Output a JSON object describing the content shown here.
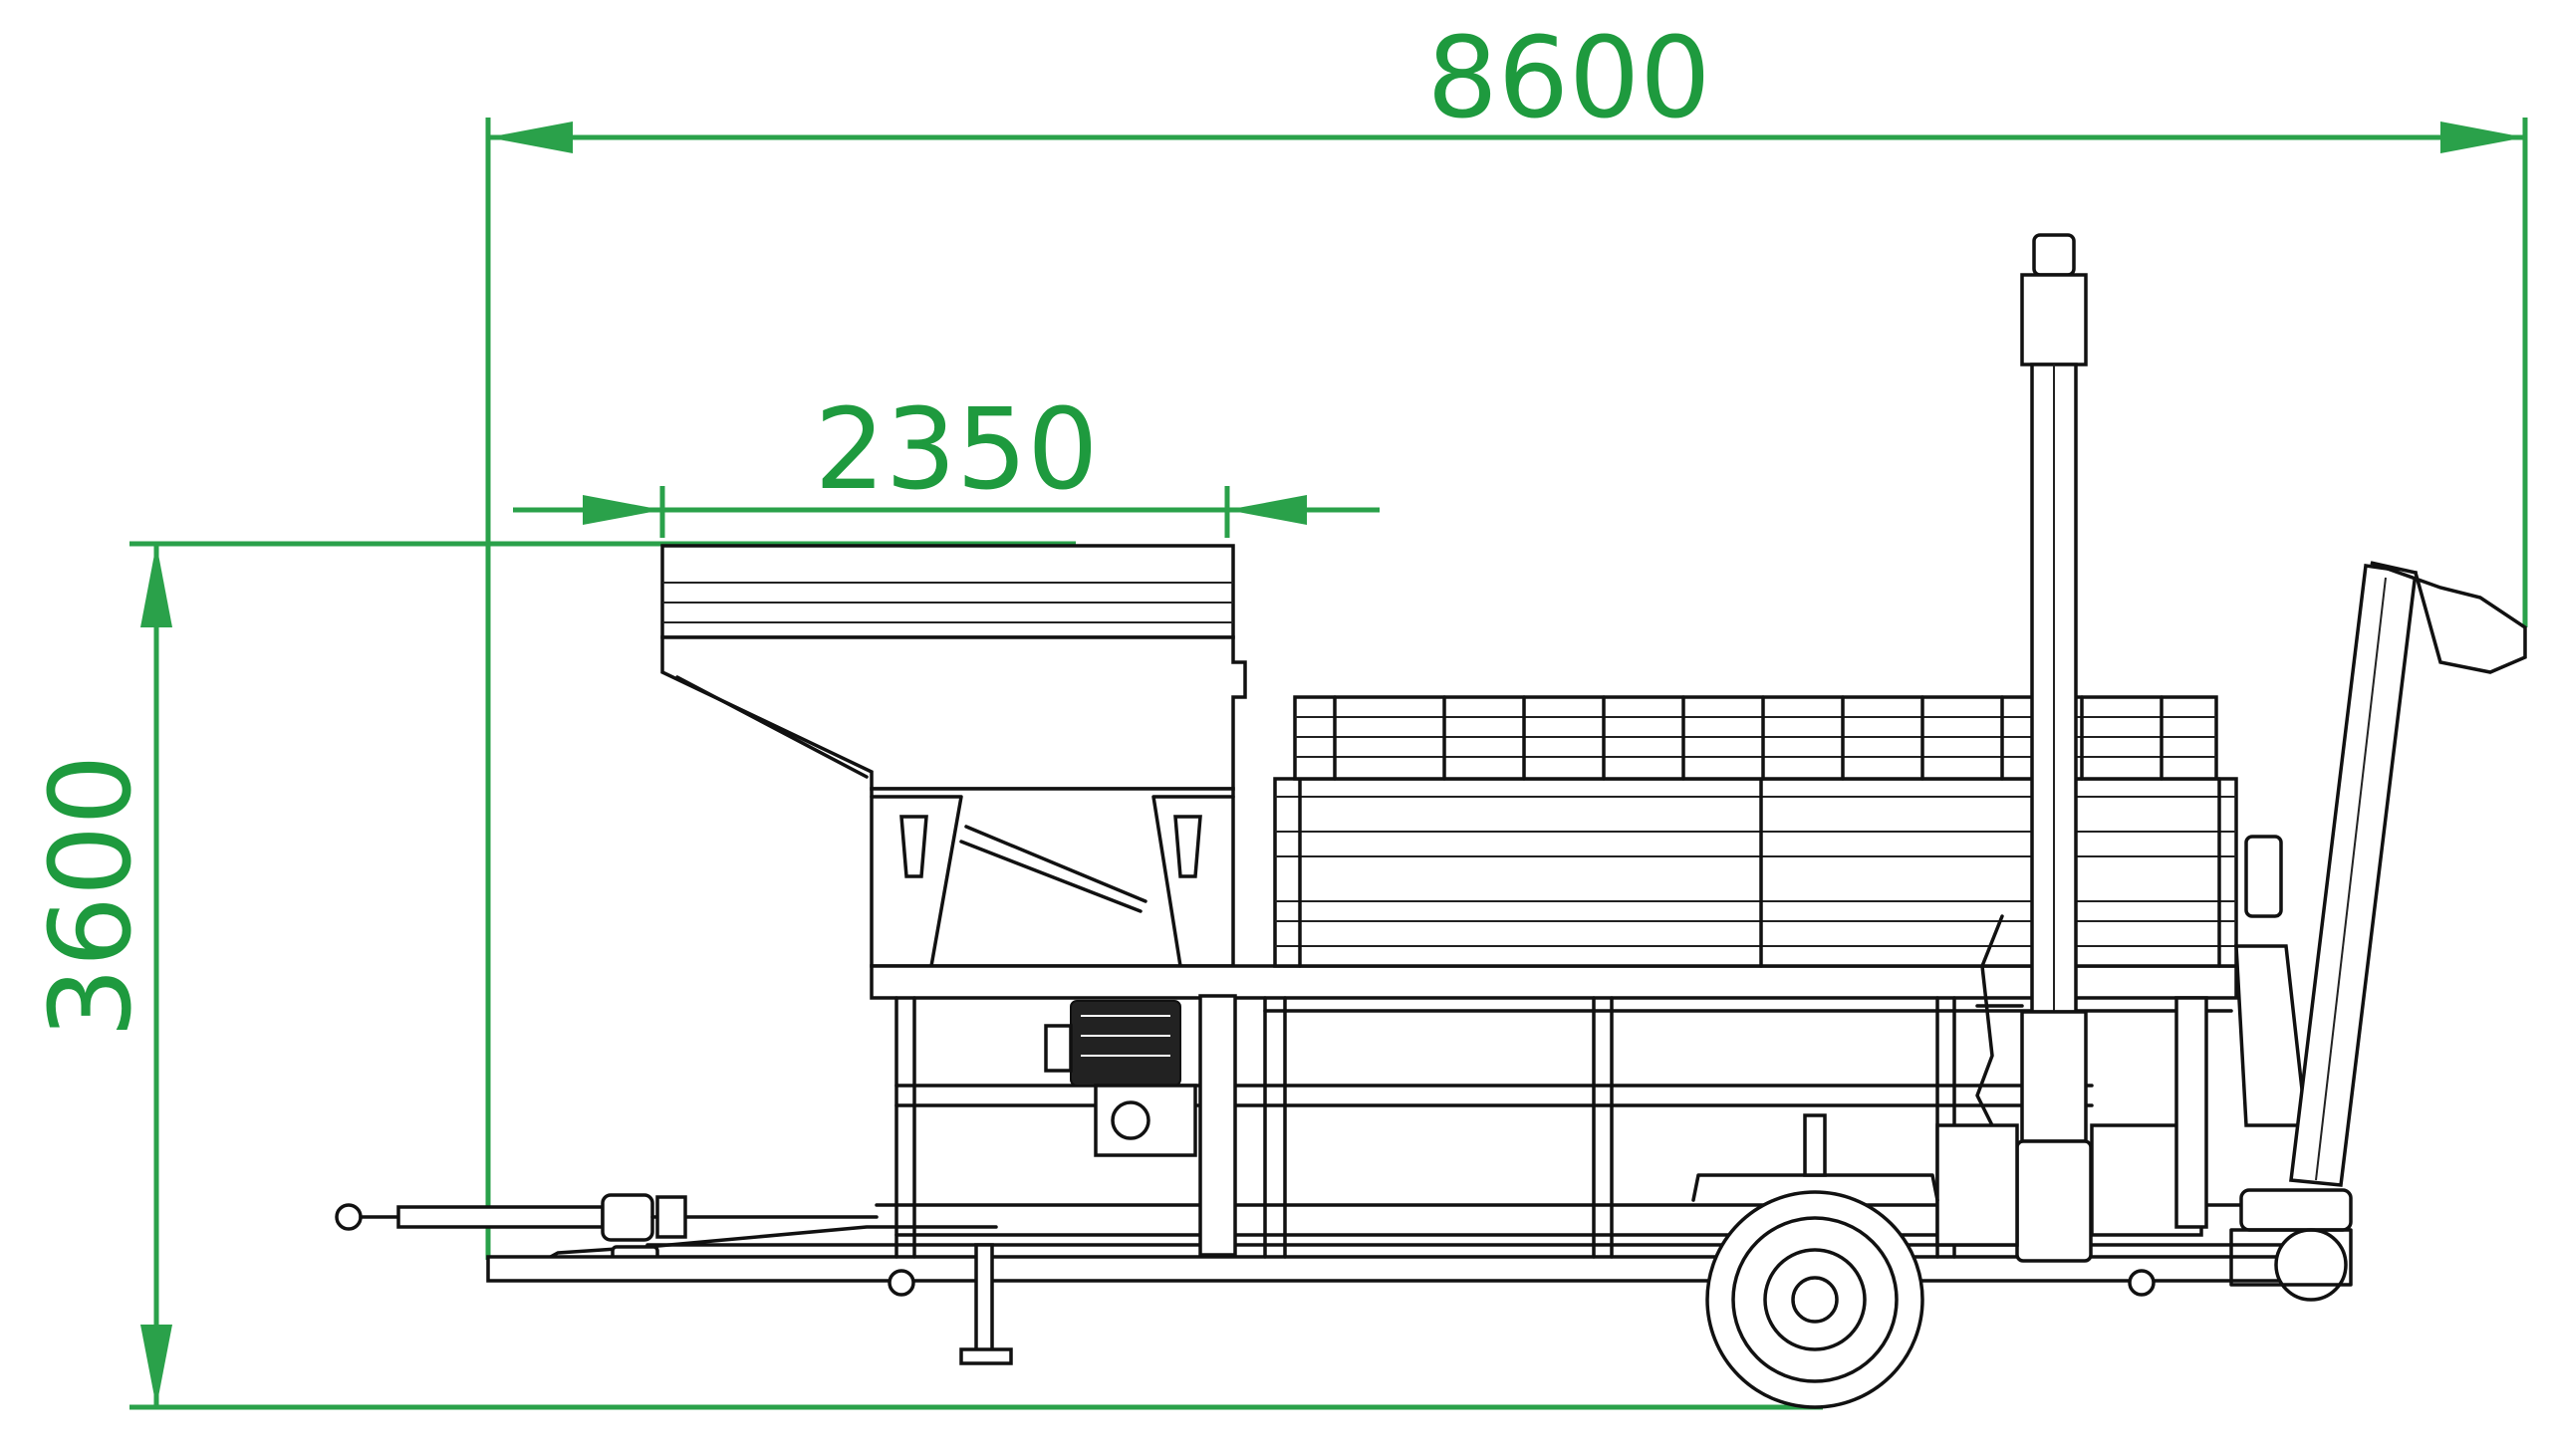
{
  "dimensions": {
    "overall_length": "8600",
    "hopper_width": "2350",
    "overall_height": "3600"
  },
  "colors": {
    "dimension": "#2aa14a",
    "drawing": "#111111",
    "background": "#ffffff"
  }
}
